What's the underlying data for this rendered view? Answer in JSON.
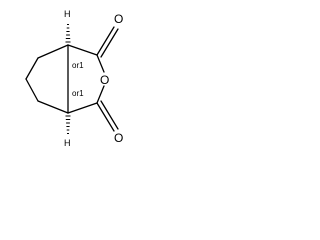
{
  "molecule": {
    "atoms": {
      "top_h": "H",
      "bottom_h": "H",
      "carbonyl_o_top": "O",
      "ring_o": "O",
      "carbonyl_o_bottom": "O"
    },
    "stereo": {
      "top": "or1",
      "bottom": "or1"
    }
  }
}
